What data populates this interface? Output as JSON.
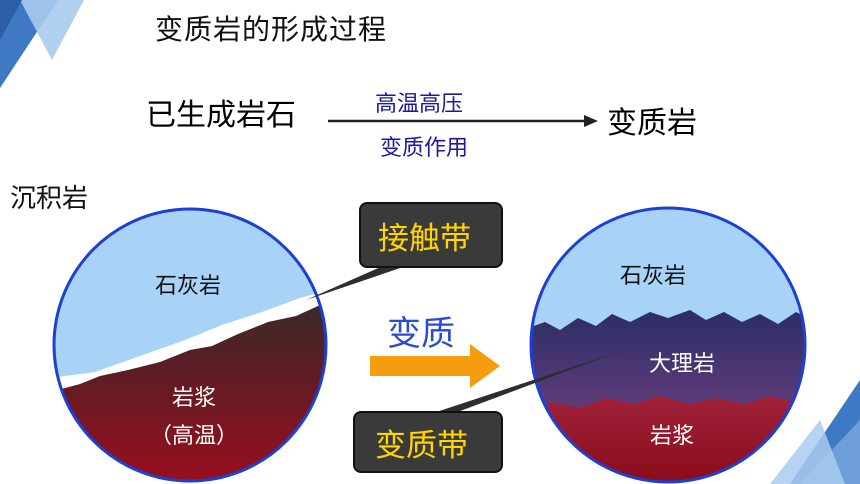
{
  "title": "变质岩的形成过程",
  "process": {
    "source": "已生成岩石",
    "condition_top": "高温高压",
    "condition_bottom": "变质作用",
    "result": "变质岩"
  },
  "heading": "沉积岩",
  "left_circle": {
    "top_layer": "石灰岩",
    "bottom_layer": "岩浆",
    "bottom_note": "（高温）"
  },
  "right_circle": {
    "top_layer": "石灰岩",
    "middle_layer": "大理岩",
    "bottom_layer": "岩浆"
  },
  "callouts": {
    "contact_zone": "接触带",
    "metamorphic_zone": "变质带"
  },
  "transition_label": "变质",
  "colors": {
    "limestone": "#a9d2f7",
    "magma": "#8e0f20",
    "marble": "#3a2f66",
    "callout_bg": "#3a3a3a",
    "callout_text": "#ffd400",
    "arrow": "#f59d0e",
    "corner_blue": "#3f79c4"
  }
}
